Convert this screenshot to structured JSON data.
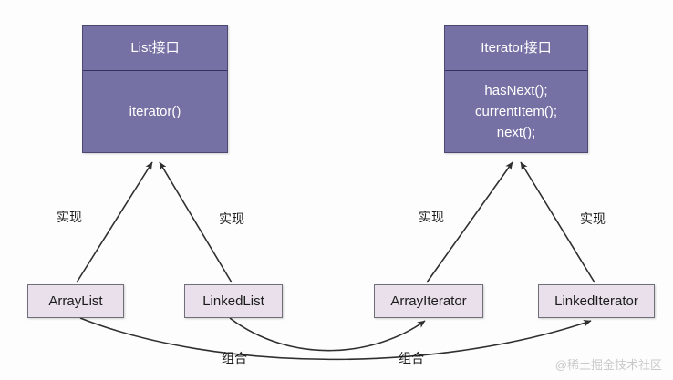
{
  "diagram": {
    "title": "Iterator pattern UML diagram",
    "background_color": "#fdfdfd",
    "interface_fill": "#7671a4",
    "class_fill": "#e9e0ec",
    "line_color": "#3a3a3a"
  },
  "interfaces": [
    {
      "name": "list-interface",
      "title": "List接口",
      "methods": [
        "iterator()"
      ]
    },
    {
      "name": "iterator-interface",
      "title": "Iterator接口",
      "methods": [
        "hasNext();",
        "currentItem();",
        "next();"
      ]
    }
  ],
  "classes": [
    {
      "name": "arraylist-class",
      "label": "ArrayList"
    },
    {
      "name": "linkedlist-class",
      "label": "LinkedList"
    },
    {
      "name": "arrayiterator-class",
      "label": "ArrayIterator"
    },
    {
      "name": "linkediterator-class",
      "label": "LinkedIterator"
    }
  ],
  "edge_labels": {
    "implements": "实现",
    "composition": "组合"
  },
  "relations": [
    {
      "from": "ArrayList",
      "to": "List接口",
      "label": "实现"
    },
    {
      "from": "LinkedList",
      "to": "List接口",
      "label": "实现"
    },
    {
      "from": "ArrayIterator",
      "to": "Iterator接口",
      "label": "实现"
    },
    {
      "from": "LinkedIterator",
      "to": "Iterator接口",
      "label": "实现"
    },
    {
      "from": "ArrayList",
      "to": "LinkedIterator",
      "label": "组合"
    },
    {
      "from": "LinkedList",
      "to": "ArrayIterator",
      "label": "组合"
    }
  ],
  "watermark": "@稀土掘金技术社区"
}
